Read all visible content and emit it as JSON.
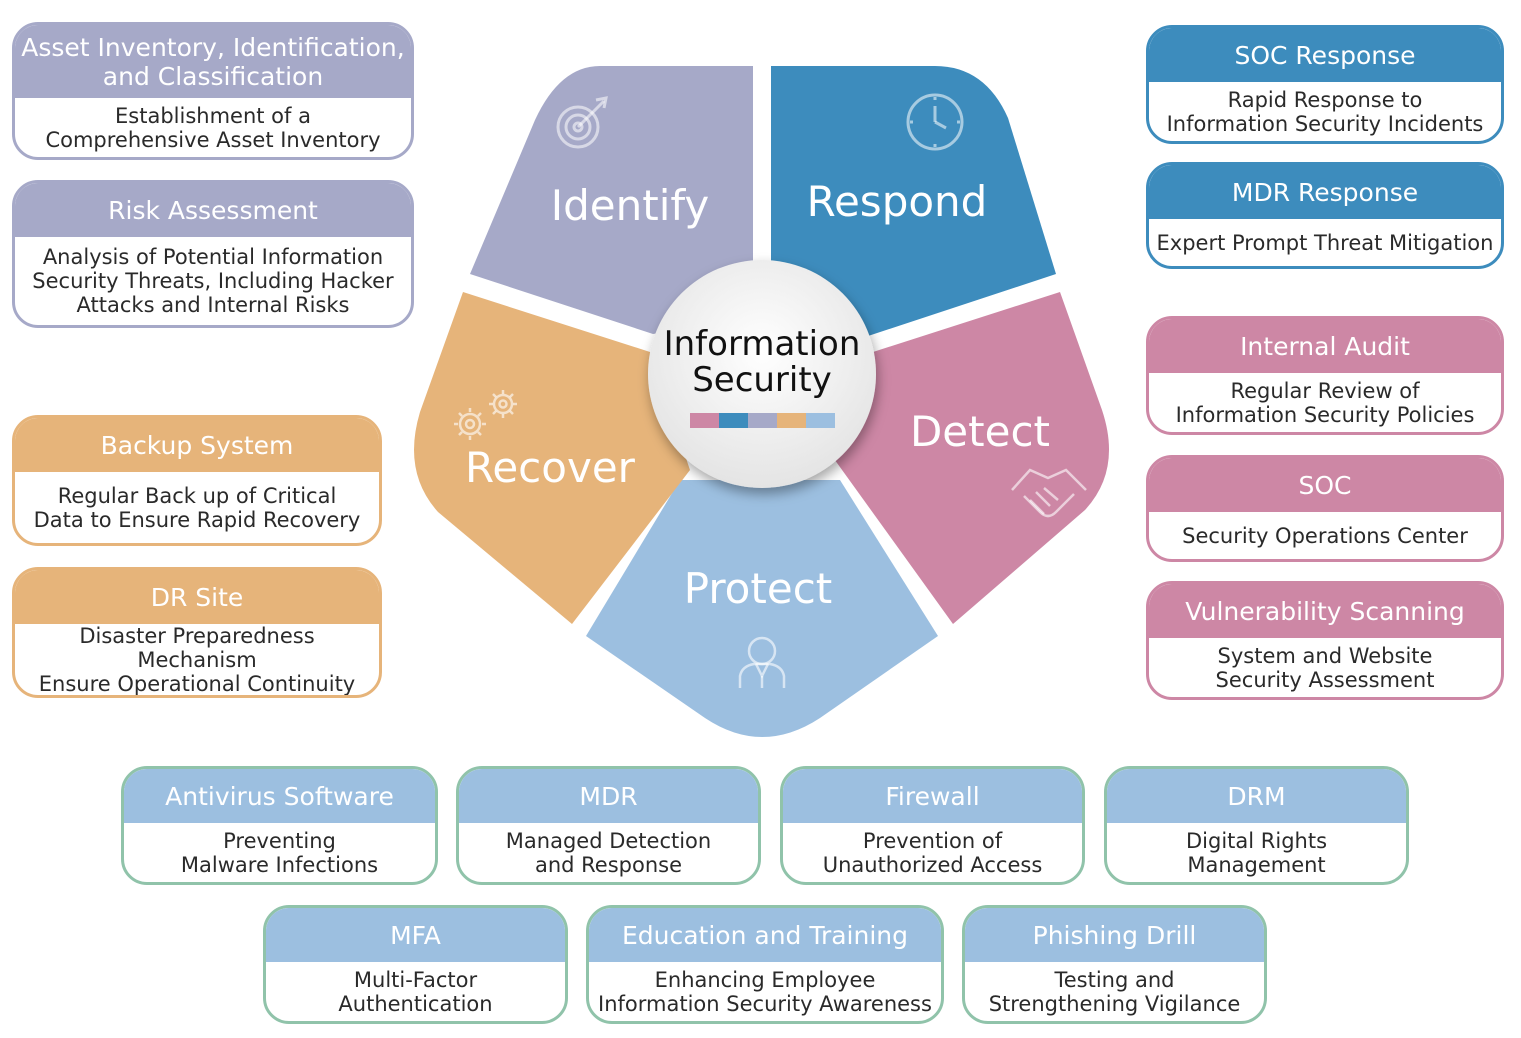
{
  "center": {
    "line1": "Information",
    "line2": "Security"
  },
  "segments": {
    "identify": {
      "label": "Identify",
      "color": "#a6a9c8"
    },
    "respond": {
      "label": "Respond",
      "color": "#3d8cbd"
    },
    "detect": {
      "label": "Detect",
      "color": "#cd87a5"
    },
    "protect": {
      "label": "Protect",
      "color": "#9cbfe0"
    },
    "recover": {
      "label": "Recover",
      "color": "#e6b47a"
    }
  },
  "center_bar_colors": [
    "#cd87a5",
    "#3d8cbd",
    "#a6a9c8",
    "#e6b47a",
    "#9cbfe0"
  ],
  "cards": {
    "asset": {
      "title_1": "Asset Inventory, Identification,",
      "title_2": "and Classification",
      "desc_1": "Establishment of a",
      "desc_2": "Comprehensive Asset Inventory"
    },
    "risk": {
      "title": "Risk Assessment",
      "desc_1": "Analysis of Potential Information",
      "desc_2": "Security Threats, Including Hacker",
      "desc_3": "Attacks and Internal Risks"
    },
    "backup": {
      "title": "Backup System",
      "desc_1": "Regular Back up of Critical",
      "desc_2": "Data to Ensure Rapid Recovery"
    },
    "dr": {
      "title": "DR Site",
      "desc_1": "Disaster Preparedness Mechanism",
      "desc_2": "Ensure Operational Continuity"
    },
    "soc_response": {
      "title": "SOC Response",
      "desc_1": "Rapid Response to",
      "desc_2": "Information Security Incidents"
    },
    "mdr_response": {
      "title": "MDR Response",
      "desc_1": "Expert Prompt Threat Mitigation"
    },
    "internal_audit": {
      "title": "Internal Audit",
      "desc_1": "Regular Review of",
      "desc_2": "Information Security Policies"
    },
    "soc": {
      "title": "SOC",
      "desc_1": "Security Operations Center"
    },
    "vuln": {
      "title": "Vulnerability Scanning",
      "desc_1": "System and Website",
      "desc_2": "Security Assessment"
    },
    "antivirus": {
      "title": "Antivirus Software",
      "desc_1": "Preventing",
      "desc_2": "Malware Infections"
    },
    "mdr": {
      "title": "MDR",
      "desc_1": "Managed Detection",
      "desc_2": "and Response"
    },
    "firewall": {
      "title": "Firewall",
      "desc_1": "Prevention of",
      "desc_2": "Unauthorized Access"
    },
    "drm": {
      "title": "DRM",
      "desc_1": "Digital Rights",
      "desc_2": "Management"
    },
    "mfa": {
      "title": "MFA",
      "desc_1": "Multi-Factor",
      "desc_2": "Authentication"
    },
    "education": {
      "title": "Education and Training",
      "desc_1": "Enhancing Employee",
      "desc_2": "Information Security Awareness"
    },
    "phishing": {
      "title": "Phishing Drill",
      "desc_1": "Testing and",
      "desc_2": "Strengthening Vigilance"
    }
  },
  "icons": {
    "identify": "target-icon",
    "respond": "clock-icon",
    "detect": "handshake-icon",
    "protect": "person-icon",
    "recover": "gears-icon"
  }
}
